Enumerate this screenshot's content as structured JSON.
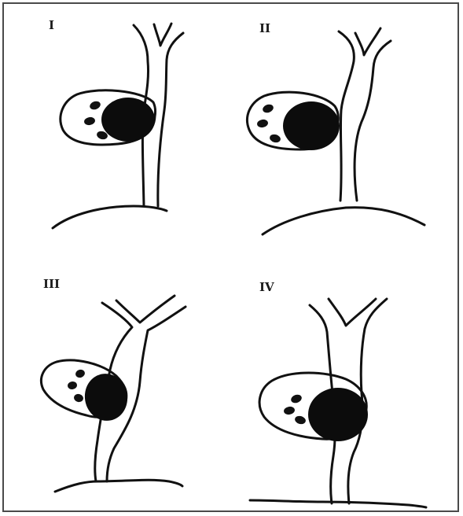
{
  "figure": {
    "panels": [
      {
        "id": "panel-1",
        "label": "I"
      },
      {
        "id": "panel-2",
        "label": "II"
      },
      {
        "id": "panel-3",
        "label": "III"
      },
      {
        "id": "panel-4",
        "label": "IV"
      }
    ],
    "colors": {
      "ink": "#111111",
      "stone": "#0c0c0c",
      "background": "#ffffff",
      "border": "#4a4a4a"
    }
  }
}
